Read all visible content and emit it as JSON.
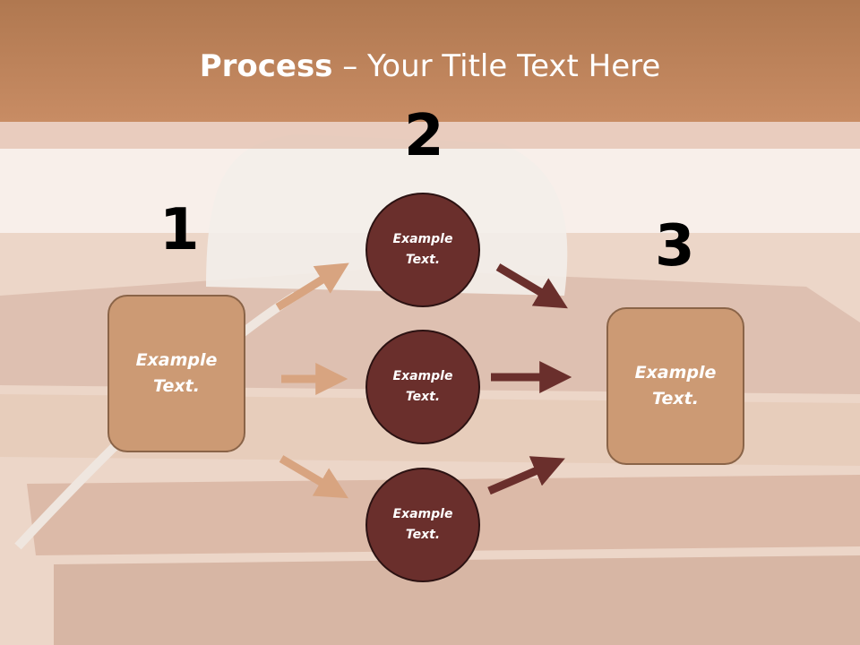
{
  "title": {
    "bold": "Process",
    "rest": " – Your Title Text Here"
  },
  "steps": [
    "1",
    "2",
    "3"
  ],
  "boxes": [
    {
      "line1": "Example",
      "line2": "Text."
    },
    {
      "line1": "Example",
      "line2": "Text."
    }
  ],
  "circles": [
    {
      "line1": "Example",
      "line2": "Text."
    },
    {
      "line1": "Example",
      "line2": "Text."
    },
    {
      "line1": "Example",
      "line2": "Text."
    }
  ],
  "colors": {
    "header": "#c88c64",
    "box_fill": "#cc9a74",
    "circle_fill": "#6a2f2c",
    "light_arrow": "#d8a480",
    "dark_arrow": "#6a2f2c"
  }
}
